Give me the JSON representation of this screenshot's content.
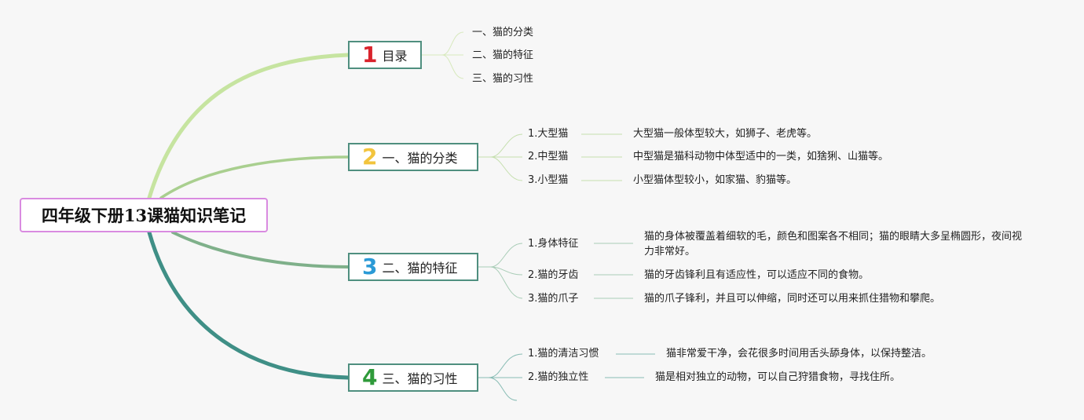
{
  "root": {
    "label": "四年级下册13课猫知识笔记"
  },
  "colors": {
    "branch1": "#c6e4a0",
    "branch2": "#a9cf8f",
    "branch3": "#7fb08a",
    "branch4": "#3f8f86",
    "num1": "#d9232c",
    "num2": "#f2c43d",
    "num3": "#2b9ad6",
    "num4": "#2f9a3a",
    "root_border": "#d98be0",
    "topic_border": "#4f8f7f"
  },
  "topics": [
    {
      "number": "1",
      "label": "目录",
      "children": [
        {
          "label": "一、猫的分类"
        },
        {
          "label": "二、猫的特征"
        },
        {
          "label": "三、猫的习性"
        }
      ]
    },
    {
      "number": "2",
      "label": "一、猫的分类",
      "children": [
        {
          "label": "1.大型猫",
          "detail": "大型猫一般体型较大，如狮子、老虎等。"
        },
        {
          "label": "2.中型猫",
          "detail": "中型猫是猫科动物中体型适中的一类，如猞猁、山猫等。"
        },
        {
          "label": "3.小型猫",
          "detail": "小型猫体型较小，如家猫、豹猫等。"
        }
      ]
    },
    {
      "number": "3",
      "label": "二、猫的特征",
      "children": [
        {
          "label": "1.身体特征",
          "detail": "猫的身体被覆盖着细软的毛，颜色和图案各不相同；猫的眼睛大多呈椭圆形，夜间视力非常好。"
        },
        {
          "label": "2.猫的牙齿",
          "detail": "猫的牙齿锋利且有适应性，可以适应不同的食物。"
        },
        {
          "label": "3.猫的爪子",
          "detail": "猫的爪子锋利，并且可以伸缩，同时还可以用来抓住猎物和攀爬。"
        }
      ]
    },
    {
      "number": "4",
      "label": "三、猫的习性",
      "children": [
        {
          "label": "1.猫的清洁习惯",
          "detail": "猫非常爱干净，会花很多时间用舌头舔身体，以保持整洁。"
        },
        {
          "label": "2.猫的独立性",
          "detail": "猫是相对独立的动物，可以自己狩猎食物，寻找住所。"
        }
      ]
    }
  ]
}
